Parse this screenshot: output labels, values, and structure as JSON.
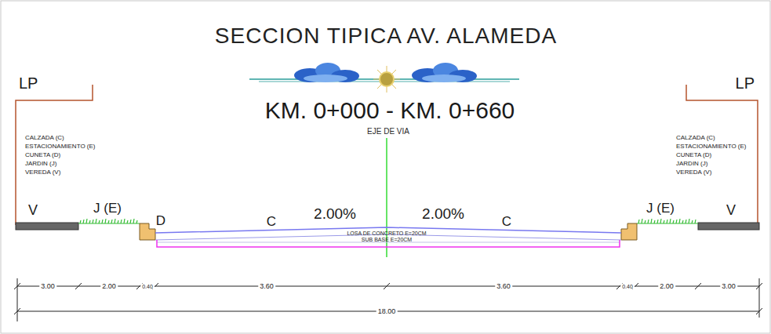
{
  "diagram": {
    "title": "SECCION TIPICA AV. ALAMEDA",
    "labels": [
      "LP",
      "LP",
      "KM. 0+000 - KM. 0+660",
      "EJE DE VIA",
      "CALZADA (C)",
      "ESTACIONAMIENTO (E)",
      "CUNETA (D)",
      "JARDIN (J)",
      "VEREDA (V)",
      "CALZADA (C)",
      "ESTACIONAMIENTO (E)",
      "CUNETA (D)",
      "JARDIN (J)",
      "VEREDA (V)",
      "V",
      "J (E)",
      "D",
      "C",
      "2.00%",
      "2.00%",
      "C",
      "J (E)",
      "V",
      "LOSA DE CONCRETO E=20CM",
      "SUB BASE E=20CM",
      "3.00",
      "2.00",
      "0.40",
      "3.60",
      "3.60",
      "0.40",
      "2.00",
      "3.00",
      "18.00"
    ]
  }
}
